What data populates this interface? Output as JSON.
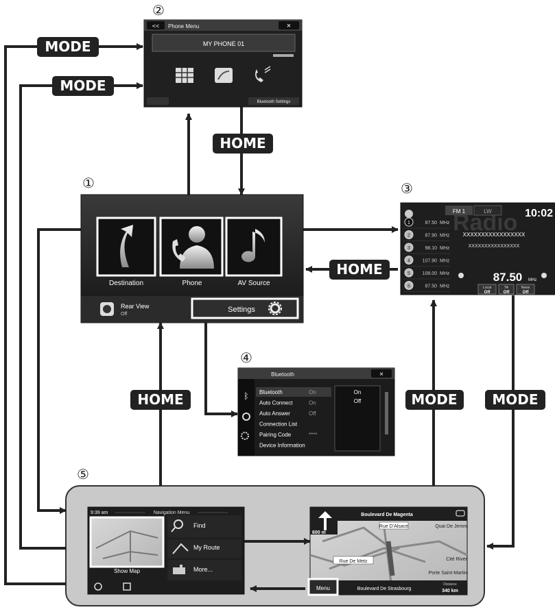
{
  "labels": {
    "num1": "①",
    "num2": "②",
    "num3": "③",
    "num4": "④",
    "num5": "⑤"
  },
  "pills": {
    "mode_phone_top": "MODE",
    "mode_phone_mid": "MODE",
    "home_phone": "HOME",
    "home_radio": "HOME",
    "home_nav": "HOME",
    "mode_nav_radio": "MODE",
    "mode_radio_nav": "MODE"
  },
  "phone_menu": {
    "back": "<<",
    "title": "Phone Menu",
    "close": "×",
    "device": "MY PHONE 01",
    "bt_settings": "Bluetooth Settings"
  },
  "home": {
    "destination": "Destination",
    "phone": "Phone",
    "av_source": "AV Source",
    "rear_view": "Rear View",
    "rear_view_state": "Off",
    "settings": "Settings"
  },
  "radio": {
    "band1": "FM 1",
    "band2": "LW",
    "clock": "10:02",
    "watermark": "Radio",
    "presets": [
      {
        "num": "1",
        "freq": "87.50",
        "unit": "MHz"
      },
      {
        "num": "2",
        "freq": "87.90",
        "unit": "MHz"
      },
      {
        "num": "3",
        "freq": "98.10",
        "unit": "MHz"
      },
      {
        "num": "4",
        "freq": "107.90",
        "unit": "MHz"
      },
      {
        "num": "5",
        "freq": "108.00",
        "unit": "MHz"
      },
      {
        "num": "6",
        "freq": "87.50",
        "unit": "MHz"
      }
    ],
    "station": "XXXXXXXXXXXXXXXXX",
    "station2": "XXXXXXXXXXXXXXXX",
    "current_freq": "87.50",
    "current_unit": "MHz",
    "local_label": "Local",
    "local_val": "Off",
    "ta_label": "TA",
    "ta_val": "Off",
    "news_label": "News",
    "news_val": "Off"
  },
  "bluetooth": {
    "title": "Bluetooth",
    "close": "×",
    "rows": [
      {
        "label": "Bluetooth",
        "value": "On"
      },
      {
        "label": "Auto Connect",
        "value": "On"
      },
      {
        "label": "Auto Answer",
        "value": "Off"
      },
      {
        "label": "Connection List",
        "value": ""
      },
      {
        "label": "Pairing Code",
        "value": "****"
      },
      {
        "label": "Device Information",
        "value": ""
      }
    ],
    "options": [
      "On",
      "Off"
    ]
  },
  "nav_menu": {
    "time": "9:39 am",
    "title": "Navigation Menu",
    "find": "Find",
    "my_route": "My Route",
    "more": "More...",
    "show_map": "Show Map"
  },
  "map": {
    "street": "Boulevard De Magenta",
    "dist": "600 m",
    "rue_alsace": "Rue D'Alsace",
    "quai": "Quai De Jemm",
    "cite": "Cité River",
    "metz": "Rue De Metz",
    "porte": "Porte Saint-Martin",
    "menu": "Menu",
    "bottom_street": "Boulevard De Strasbourg",
    "distance_label": "Distance",
    "distance_val": "340 km"
  }
}
